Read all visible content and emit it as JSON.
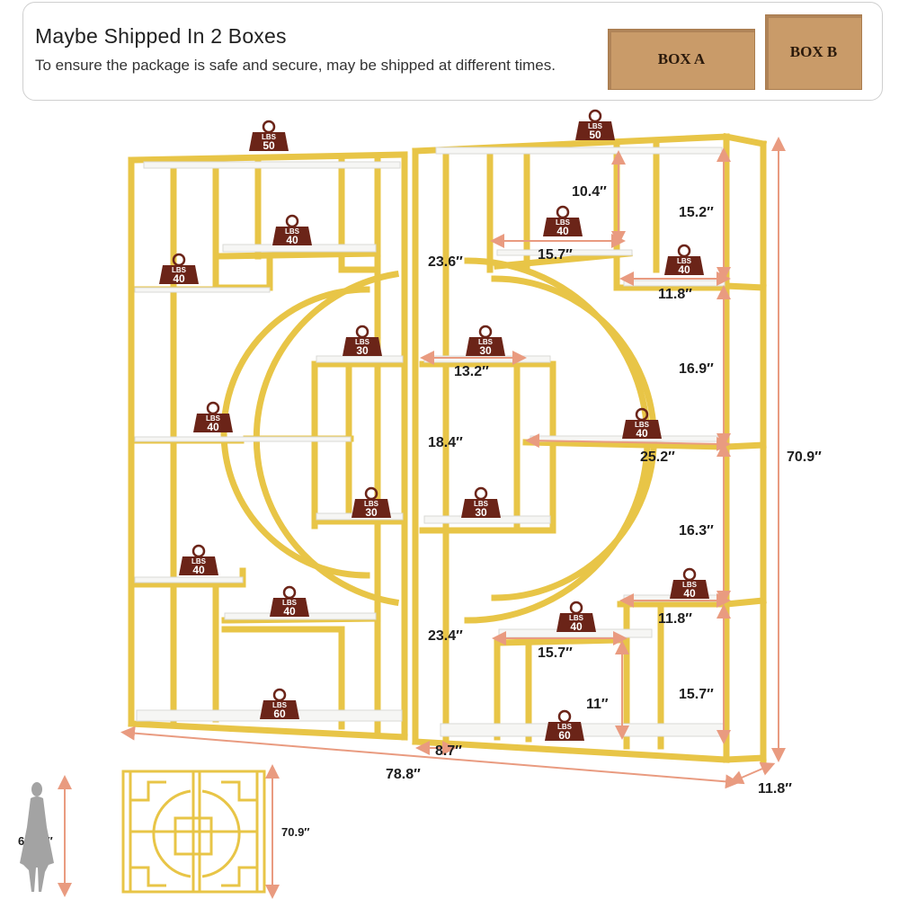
{
  "banner": {
    "title": "Maybe Shipped In 2 Boxes",
    "subtitle": "To ensure the package is safe and secure, may be shipped at different times.",
    "box_a": "BOX A",
    "box_b": "BOX B"
  },
  "colors": {
    "gold": "#e8c547",
    "gold_dark": "#c9a227",
    "weight_tag": "#6b2418",
    "arrow": "#e99b80"
  },
  "weights": {
    "unit": "LBS",
    "left_top": "50",
    "right_top": "50",
    "left_upper_inner": "40",
    "left_upper_outer": "40",
    "left_center_small": "30",
    "left_mid": "40",
    "left_lower_center": "30",
    "left_low_outer": "40",
    "left_low_inner": "40",
    "left_bottom": "60",
    "right_upper_inner": "40",
    "right_upper_outer": "40",
    "right_center_small": "30",
    "right_mid": "40",
    "right_lower_center": "30",
    "right_low_inner": "40",
    "right_low_outer": "40",
    "right_bottom": "60"
  },
  "dimensions": {
    "d10_4": "10.4″",
    "d15_2": "15.2″",
    "d23_6": "23.6″",
    "d15_7_top": "15.7″",
    "d11_8_top": "11.8″",
    "d13_2": "13.2″",
    "d16_9": "16.9″",
    "d18_4": "18.4″",
    "d25_2": "25.2″",
    "d70_9": "70.9″",
    "d16_3": "16.3″",
    "d11_8_low": "11.8″",
    "d23_4": "23.4″",
    "d15_7_low": "15.7″",
    "d15_7_right": "15.7″",
    "d11": "11″",
    "d8_7": "8.7″",
    "d78_8": "78.8″",
    "d11_8_depth": "11.8″",
    "person_height": "65.00″",
    "thumb_height": "70.9″"
  }
}
